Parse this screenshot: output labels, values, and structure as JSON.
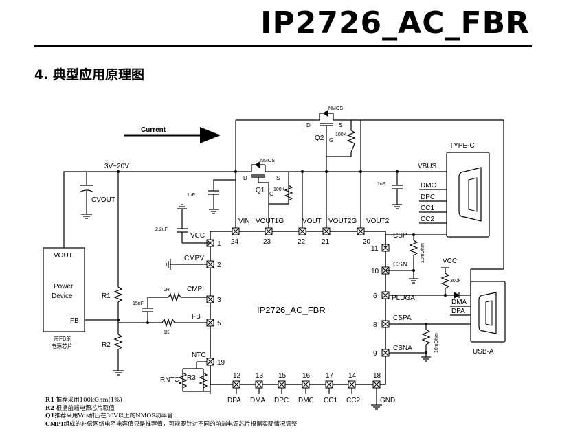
{
  "header": {
    "title": "IP2726_AC_FBR",
    "section": "4. 典型应用原理图"
  },
  "chip": {
    "name": "IP2726_AC_FBR",
    "left_pins": [
      {
        "num": "1",
        "name": "VCC"
      },
      {
        "num": "2",
        "name": "CMPV"
      },
      {
        "num": "3",
        "name": "CMPI"
      },
      {
        "num": "5",
        "name": "FB"
      },
      {
        "num": "19",
        "name": "NTC"
      }
    ],
    "top_pins": [
      {
        "num": "24",
        "name": "VIN"
      },
      {
        "num": "23",
        "name": "VOUT1G"
      },
      {
        "num": "22",
        "name": "VOUT"
      },
      {
        "num": "21",
        "name": "VOUT2G"
      },
      {
        "num": "20",
        "name": "VOUT2"
      }
    ],
    "right_pins": [
      {
        "num": "11",
        "name": "CSP"
      },
      {
        "num": "10",
        "name": "CSN"
      },
      {
        "num": "6",
        "name": "PLUGA"
      },
      {
        "num": "8",
        "name": "CSPA"
      },
      {
        "num": "9",
        "name": "CSNA"
      }
    ],
    "bottom_pins": [
      {
        "num": "12",
        "name": "DPA"
      },
      {
        "num": "13",
        "name": "DMA"
      },
      {
        "num": "15",
        "name": "DPC"
      },
      {
        "num": "16",
        "name": "DMC"
      },
      {
        "num": "17",
        "name": "CC1"
      },
      {
        "num": "14",
        "name": "CC2"
      },
      {
        "num": "18",
        "name": "GND"
      }
    ]
  },
  "labels": {
    "current": "Current",
    "voltage_range": "3V~20V",
    "cvout": "CVOUT",
    "vbus": "VBUS",
    "vcc": "VCC",
    "type_c": "TYPE-C",
    "usb_a": "USB-A",
    "nmos": "NMOS",
    "q1": "Q1",
    "q2": "Q2",
    "pin_d": "D",
    "pin_s": "S",
    "pin_g": "G",
    "r_100k": "100K",
    "r_100k_lower": "100k",
    "r_300k": "300k",
    "c_1uf": "1uF",
    "c_2_2uf": "2.2uF",
    "c_15nf": "15nF",
    "r_0r": "0R",
    "r_1k": "1K",
    "r_10mohm": "10mOhm",
    "r1": "R1",
    "r2": "R2",
    "r3": "R3",
    "rntc": "RNTC",
    "power_device_vout": "VOUT",
    "power_device_line1": "Power",
    "power_device_line2": "Device",
    "power_device_fb": "FB",
    "power_device_note_1": "带FB的",
    "power_device_note_2": "电源芯片",
    "typec_pins": [
      "DMC",
      "DPC",
      "CC1",
      "CC2"
    ],
    "usba_pins": [
      "DMA",
      "DPA"
    ]
  },
  "notes": [
    {
      "key": "R1",
      "text": " 推荐采用100kOhm(1%)"
    },
    {
      "key": "R2",
      "text": " 根据前端电源芯片取值"
    },
    {
      "key": "Q1",
      "text": "推荐采用Vds耐压在30V以上的NMOS功率管"
    },
    {
      "key": "CMPI",
      "text": "组成的补偿网络电阻电容值只是推荐值，可能要针对不同的前端电源芯片根据实际情况调整"
    }
  ]
}
